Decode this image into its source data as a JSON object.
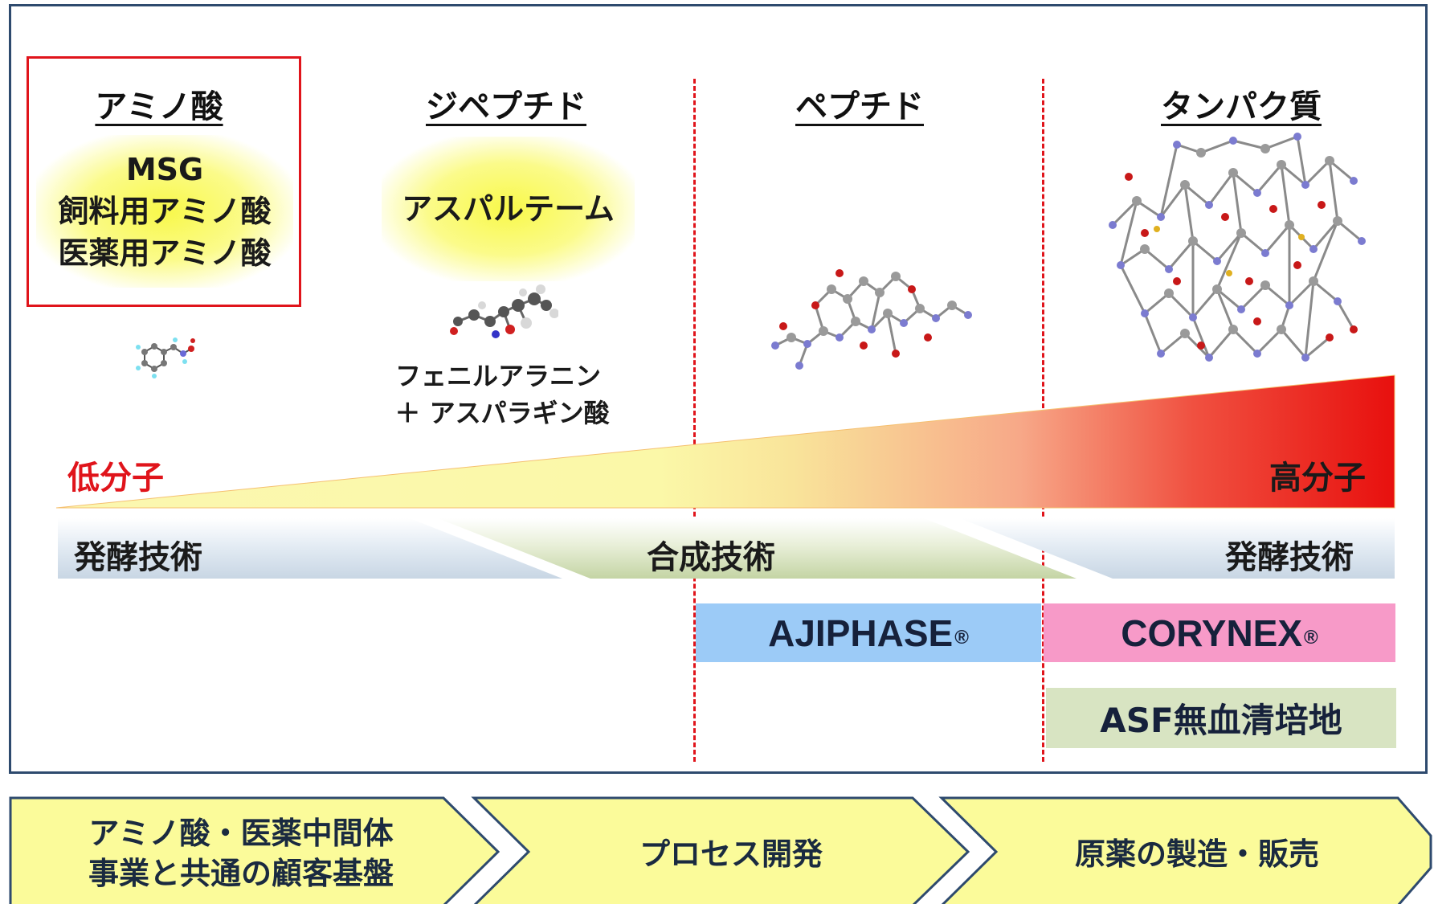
{
  "categories": {
    "amino_acid": "アミノ酸",
    "dipeptide": "ジペプチド",
    "peptide": "ペプチド",
    "protein": "タンパク質"
  },
  "amino_products": [
    "MSG",
    "飼料用アミノ酸",
    "医薬用アミノ酸"
  ],
  "dipeptide_product": "アスパルテーム",
  "dipeptide_caption": [
    "フェニルアラニン",
    "＋ アスパラギン酸"
  ],
  "molecular_weight": {
    "low": "低分子",
    "high": "高分子"
  },
  "technology_bands": {
    "fermentation_left": "発酵技術",
    "synthesis": "合成技術",
    "fermentation_right": "発酵技術"
  },
  "platforms": {
    "ajiphase": "AJIPHASE",
    "corynex": "CORYNEX",
    "registered_mark": "®",
    "asf": "ASF無血清培地"
  },
  "flow": {
    "step1_line1": "アミノ酸・医薬中間体",
    "step1_line2": "事業と共通の顧客基盤",
    "step2": "プロセス開発",
    "step3": "原薬の製造・販売"
  },
  "colors": {
    "border": "#2e4a6e",
    "red": "#e0141b",
    "ajiphase_bg": "#9ccbf7",
    "corynex_bg": "#f79ac8",
    "asf_bg": "#d8e4c2",
    "flow_fill": "#fbfb9a"
  },
  "icons": {
    "amino_molecule": "amino-acid-molecule-icon",
    "dipeptide_molecule": "dipeptide-molecule-icon",
    "peptide_molecule": "peptide-molecule-icon",
    "protein_molecule": "protein-molecule-icon"
  }
}
